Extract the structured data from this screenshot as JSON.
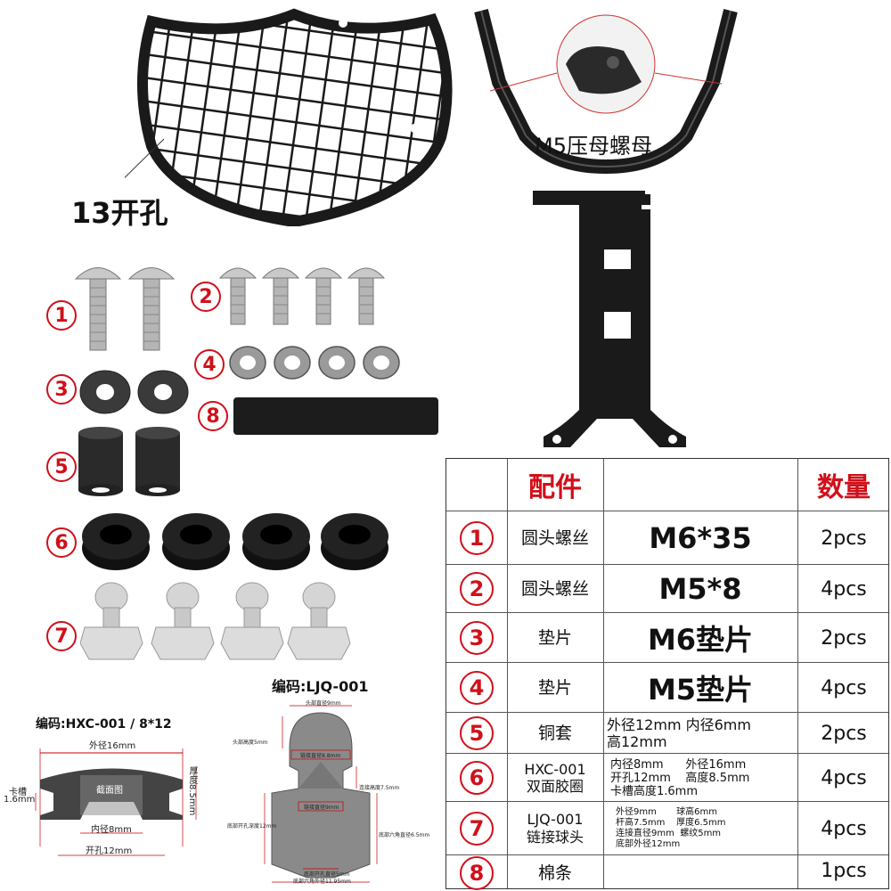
{
  "annotations": {
    "holes": "13开孔",
    "press_nut": "M5压母螺母",
    "code_ljq": "编码:LJQ-001",
    "code_hxc": "编码:HXC-001 / 8*12"
  },
  "grommet_diagram": {
    "outer": "外径16mm",
    "thickness": "厚度8.5mm",
    "slot": "卡槽",
    "slot_val": "1.6mm",
    "section": "截面图",
    "inner": "内径8mm",
    "hole": "开孔12mm"
  },
  "ball_diagram": {
    "head_dia": "头部直径9mm",
    "head_h": "头部高度5mm",
    "link_dia": "链接直径8.8mm",
    "neck_h": "连接高度7.5mm",
    "bolt_dia": "链接直径9mm",
    "hole_depth": "底部开孔深度12mm",
    "hex_dia": "底部六角直径6.5mm",
    "base_dia": "底部开孔直径5mm",
    "hex_outer": "底部六角外径11.95mm"
  },
  "parts_numbers": [
    "1",
    "2",
    "3",
    "4",
    "5",
    "6",
    "7",
    "8"
  ],
  "table": {
    "header_part": "配件",
    "header_qty": "数量",
    "rows": [
      {
        "num": "1",
        "name": "圆头螺丝",
        "spec": "M6*35",
        "qty": "2pcs"
      },
      {
        "num": "2",
        "name": "圆头螺丝",
        "spec": "M5*8",
        "qty": "4pcs"
      },
      {
        "num": "3",
        "name": "垫片",
        "spec": "M6垫片",
        "qty": "2pcs"
      },
      {
        "num": "4",
        "name": "垫片",
        "spec": "M5垫片",
        "qty": "4pcs"
      },
      {
        "num": "5",
        "name": "铜套",
        "spec_l1": "外径12mm 内径6mm",
        "spec_l2": "高12mm",
        "qty": "2pcs"
      },
      {
        "num": "6",
        "name_l1": "HXC-001",
        "name_l2": "双面胶圈",
        "spec_l1": "内径8mm      外径16mm",
        "spec_l2": "开孔12mm    高度8.5mm",
        "spec_l3": "卡槽高度1.6mm",
        "qty": "4pcs"
      },
      {
        "num": "7",
        "name_l1": "LJQ-001",
        "name_l2": "链接球头",
        "spec_l1": "外径9mm       球高6mm",
        "spec_l2": "杆高7.5mm    厚度6.5mm",
        "spec_l3": "连接直径9mm  螺纹5mm",
        "spec_l4": "底部外径12mm",
        "qty": "4pcs"
      },
      {
        "num": "8",
        "name": "棉条",
        "qty": "1pcs"
      }
    ]
  },
  "colors": {
    "accent": "#d0101a",
    "metal_dark": "#1a1a1a",
    "steel": "#b8b8b8"
  }
}
